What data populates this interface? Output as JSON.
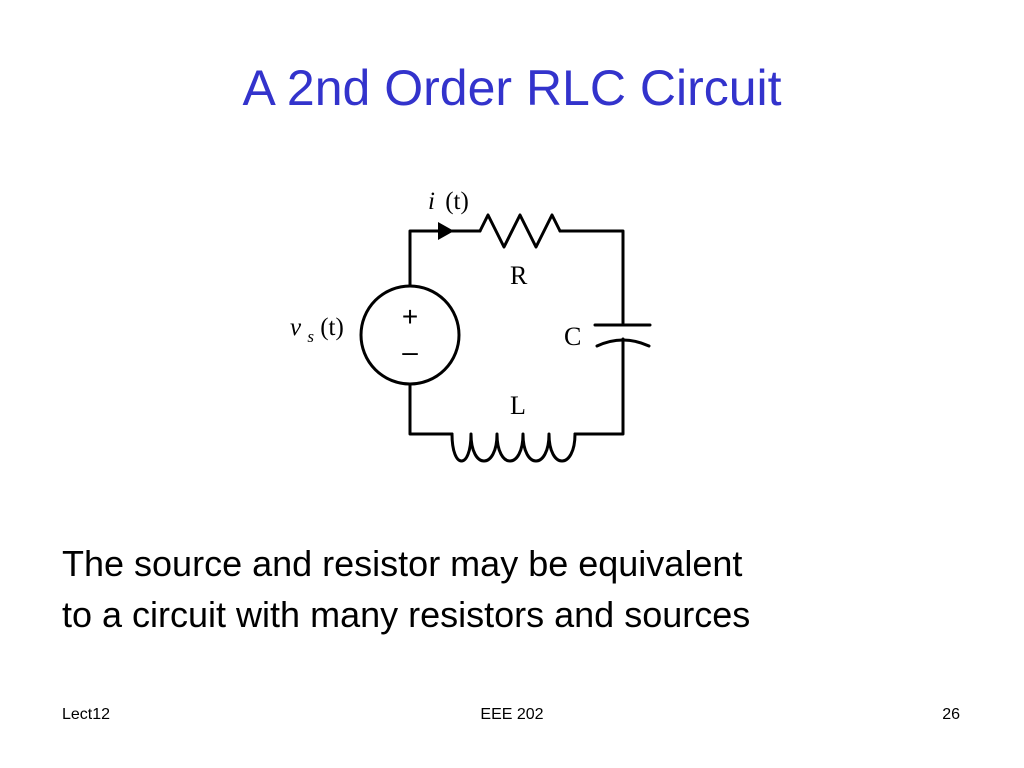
{
  "slide": {
    "title": "A 2nd Order RLC Circuit",
    "body_lines": [
      "The source and resistor may be equivalent",
      "to a circuit with many resistors and sources"
    ]
  },
  "circuit": {
    "current_label": {
      "name": "i",
      "arg": "(t)"
    },
    "source_label": {
      "name": "v",
      "sub": "s",
      "arg": "(t)"
    },
    "source_plus": "+",
    "source_minus": "–",
    "resistor_label": "R",
    "capacitor_label": "C",
    "inductor_label": "L"
  },
  "footer": {
    "left": "Lect12",
    "center": "EEE 202",
    "right": "26"
  },
  "colors": {
    "title": "#3333cc",
    "wire": "#000000"
  }
}
